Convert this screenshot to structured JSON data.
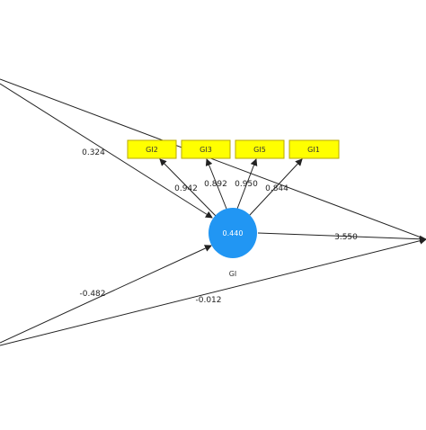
{
  "colors": {
    "latent_fill": "#2196F3",
    "indicator_fill": "#FFFF00",
    "line": "#222222"
  },
  "latent": {
    "name": "GI",
    "r_squared": "0.440"
  },
  "indicators": [
    {
      "label": "GI2",
      "loading": "0.942"
    },
    {
      "label": "GI3",
      "loading": "0.892"
    },
    {
      "label": "GI5",
      "loading": "0.950"
    },
    {
      "label": "GI1",
      "loading": "0.844"
    }
  ],
  "paths": {
    "top_left_to_gi": "0.324",
    "bottom_left_to_gi": "-0.482",
    "gi_to_right": "3.550",
    "bottom_left_to_right": "-0.012"
  }
}
